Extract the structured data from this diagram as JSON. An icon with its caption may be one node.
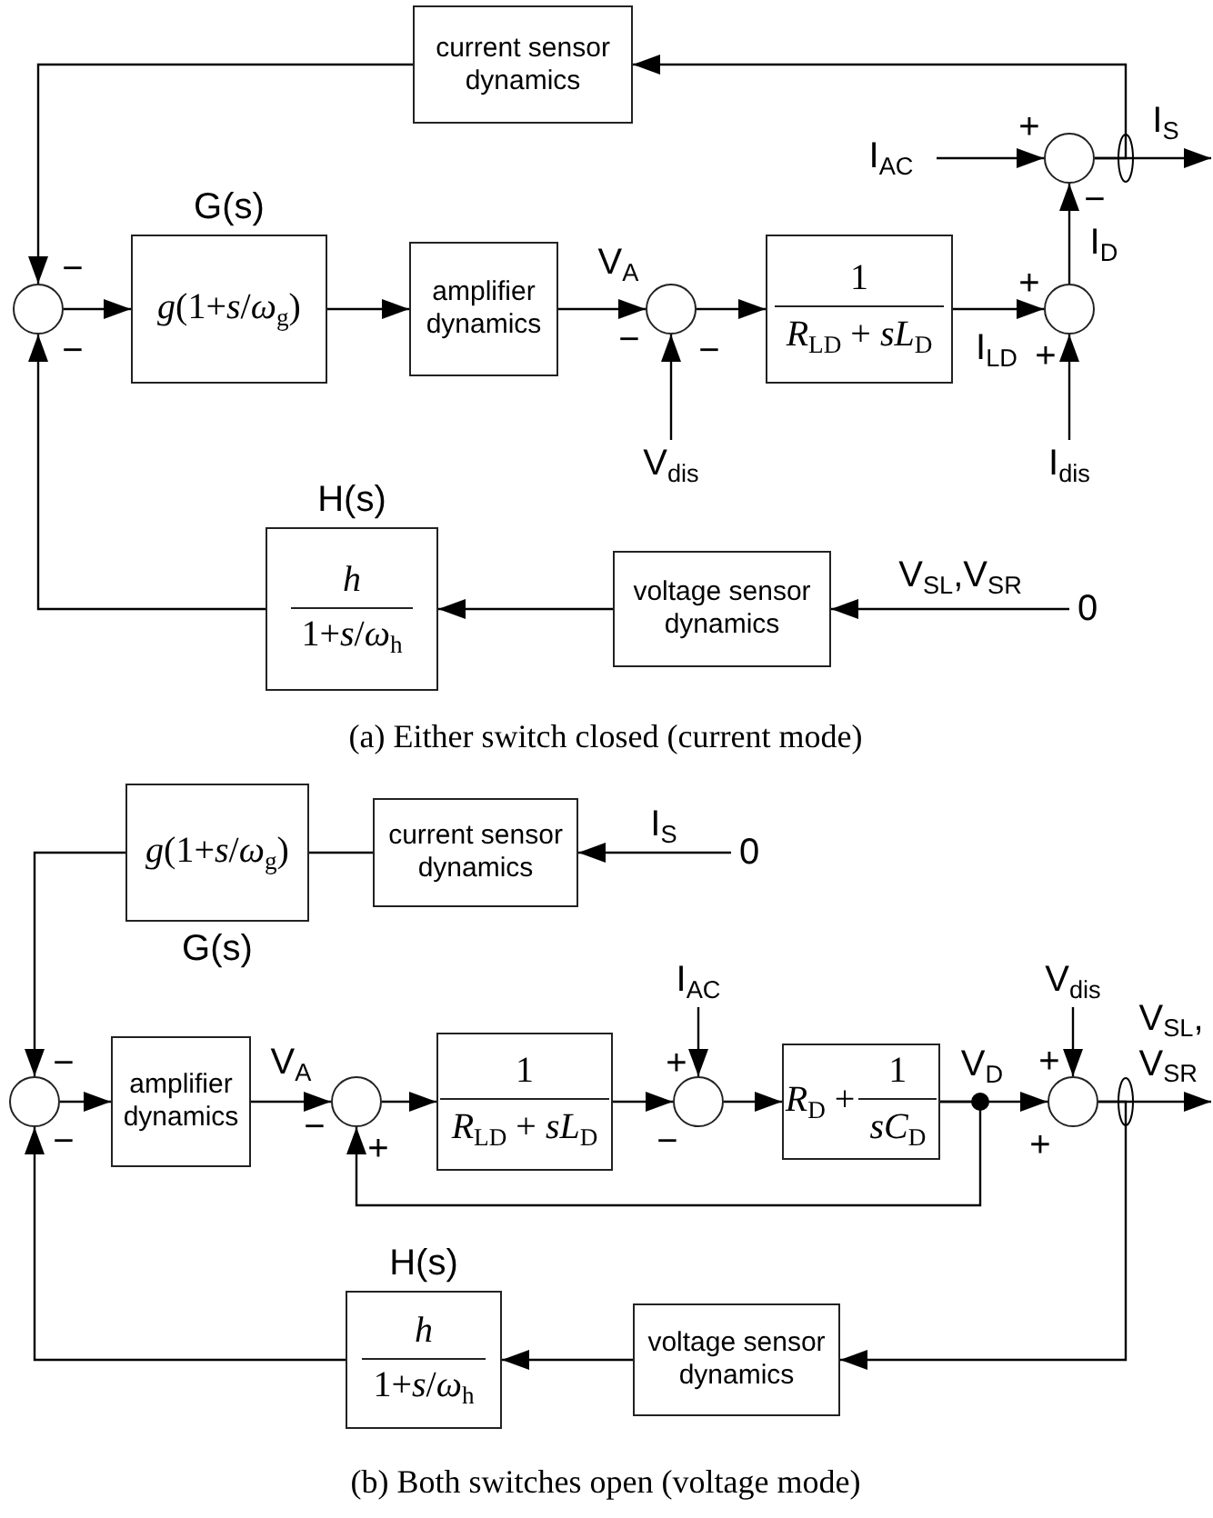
{
  "diagram": {
    "nodes": [
      {
        "text": [
          "current sensor dynamics"
        ]
      },
      {
        "text": [
          "I$_{AC}$"
        ]
      },
      {
        "text": [],
        "shape": "circle"
      },
      {
        "text": [],
        "shape": "circle"
      },
      {
        "text": [
          "G(s)",
          "*g*(1+*s*/*ω*$_{g}$)"
        ]
      },
      {
        "text": [
          "amplifier dynamics"
        ]
      },
      {
        "text": [],
        "shape": "circle"
      },
      {
        "text": [
          "1",
          "*R*$_{LD}$ + *sL*$_{D}$"
        ]
      },
      {
        "text": [],
        "shape": "circle"
      },
      {
        "text": [
          "V$_{dis}$"
        ]
      },
      {
        "text": [
          "I$_{dis}$"
        ]
      },
      {
        "text": [
          "H(s)",
          "*h*",
          "1+*s*/*ω*$_{h}$"
        ]
      },
      {
        "text": [
          "voltage sensor dynamics"
        ]
      },
      {
        "text": [
          "0"
        ]
      },
      {
        "text": [
          "*g*(1+*s*/*ω*$_{g}$)",
          "G(s)"
        ]
      },
      {
        "text": [
          "current sensor dynamics"
        ]
      },
      {
        "text": [
          "0"
        ]
      },
      {
        "text": [
          "I$_{AC}$"
        ]
      },
      {
        "text": [
          "V$_{dis}$"
        ]
      },
      {
        "text": [],
        "shape": "circle"
      },
      {
        "text": [
          "amplifier dynamics"
        ]
      },
      {
        "text": [],
        "shape": "circle"
      },
      {
        "text": [
          "1",
          "*R*$_{LD}$ + *sL*$_{D}$"
        ]
      },
      {
        "text": [],
        "shape": "circle"
      },
      {
        "text": [
          "*R*$_{D}$ +",
          "1",
          "*sC*$_{D}$"
        ]
      },
      {
        "text": [],
        "shape": "circle"
      },
      {
        "text": [
          "H(s)",
          "*h*",
          "1+*s*/*ω*$_{h}$"
        ]
      },
      {
        "text": [
          "voltage sensor dynamics"
        ]
      }
    ],
    "edges": [
      {
        "from": 2,
        "to": 0,
        "arrow": "to"
      },
      {
        "from": 0,
        "to": 3,
        "arrow": "to"
      },
      {
        "from": 3,
        "to": 4,
        "arrow": "to"
      },
      {
        "from": 4,
        "to": 5,
        "arrow": "to"
      },
      {
        "from": 5,
        "to": 6,
        "arrow": "to",
        "label": "V$_{A}$"
      },
      {
        "from": 6,
        "to": 7,
        "arrow": "to"
      },
      {
        "from": 7,
        "to": 8,
        "arrow": "to",
        "label": "I$_{LD}$"
      },
      {
        "from": 9,
        "to": 6,
        "arrow": "to"
      },
      {
        "from": 10,
        "to": 8,
        "arrow": "to"
      },
      {
        "from": 8,
        "to": 2,
        "arrow": "to",
        "label": "I$_{D}$"
      },
      {
        "from": 1,
        "to": 2,
        "arrow": "to"
      },
      {
        "from": 2,
        "to": null,
        "arrow": "to",
        "label": "I$_{S}$"
      },
      {
        "from": 13,
        "to": 12,
        "arrow": "to",
        "label": "V$_{SL}$,V$_{SR}$"
      },
      {
        "from": 12,
        "to": 11,
        "arrow": "to"
      },
      {
        "from": 11,
        "to": 3,
        "arrow": "to"
      },
      {
        "from": 16,
        "to": 15,
        "arrow": "to",
        "label": "I$_{S}$"
      },
      {
        "from": 15,
        "to": 14,
        "arrow": "none"
      },
      {
        "from": 14,
        "to": 19,
        "arrow": "to"
      },
      {
        "from": 19,
        "to": 20,
        "arrow": "to"
      },
      {
        "from": 20,
        "to": 21,
        "arrow": "to",
        "label": "V$_{A}$"
      },
      {
        "from": 21,
        "to": 22,
        "arrow": "to"
      },
      {
        "from": 22,
        "to": 23,
        "arrow": "to"
      },
      {
        "from": 17,
        "to": 23,
        "arrow": "to"
      },
      {
        "from": 23,
        "to": 24,
        "arrow": "to"
      },
      {
        "from": 24,
        "to": 25,
        "arrow": "to",
        "label": "V$_{D}$"
      },
      {
        "from": 24,
        "to": 21,
        "arrow": "to"
      },
      {
        "from": 18,
        "to": 25,
        "arrow": "to"
      },
      {
        "from": 25,
        "to": null,
        "arrow": "to",
        "label": "V$_{SL}$, V$_{SR}$"
      },
      {
        "from": 25,
        "to": 27,
        "arrow": "to"
      },
      {
        "from": 27,
        "to": 26,
        "arrow": "to"
      },
      {
        "from": 26,
        "to": 19,
        "arrow": "to"
      }
    ],
    "labels": [
      "+",
      "−",
      "−",
      "+",
      "−",
      "−",
      "−",
      "+",
      "(a) Either switch closed (current mode)",
      "−",
      "+",
      "+",
      "−",
      "−",
      "+",
      "−",
      "+",
      "(b) Both switches open (voltage mode)"
    ]
  }
}
